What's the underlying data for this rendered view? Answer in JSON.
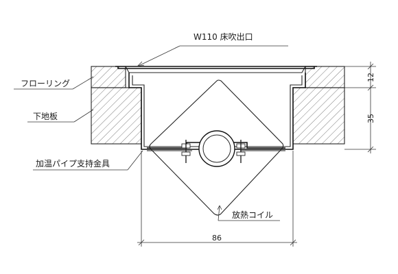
{
  "labels": {
    "outlet": "W110  床吹出口",
    "flooring": "フローリング",
    "subfloor": "下地板",
    "bracket": "加温パイプ支持金具",
    "coil": "放熱コイル"
  },
  "dimensions": {
    "top_thickness": "12",
    "sub_thickness": "35",
    "width": "86"
  }
}
